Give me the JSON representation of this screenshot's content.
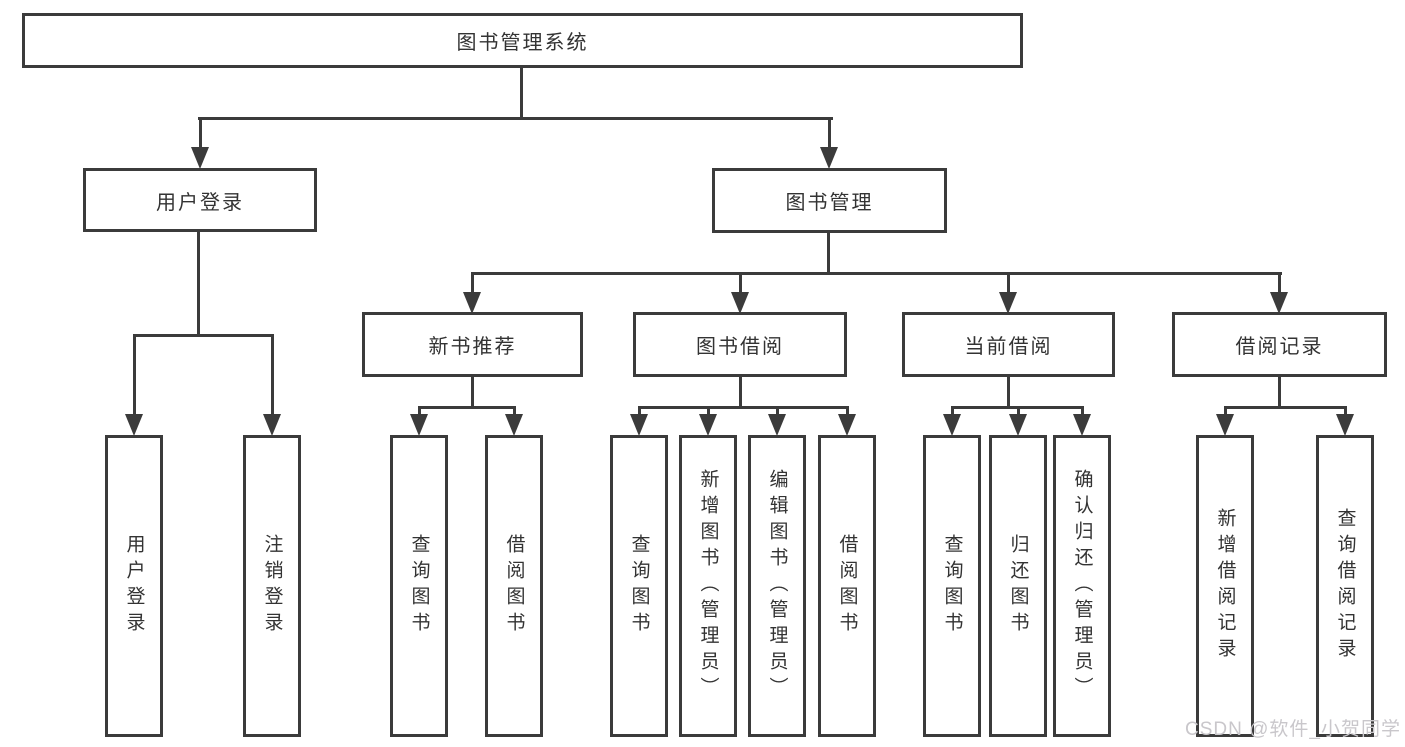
{
  "diagram": {
    "root": {
      "label": "图书管理系统"
    },
    "level2": [
      {
        "id": "user-login",
        "label": "用户登录"
      },
      {
        "id": "book-management",
        "label": "图书管理"
      }
    ],
    "level3": [
      {
        "id": "new-book-recommend",
        "label": "新书推荐"
      },
      {
        "id": "book-borrowing",
        "label": "图书借阅"
      },
      {
        "id": "current-borrowing",
        "label": "当前借阅"
      },
      {
        "id": "borrowing-records",
        "label": "借阅记录"
      }
    ],
    "leaves": [
      {
        "id": "user-login-leaf",
        "label": "用户登录"
      },
      {
        "id": "logout-leaf",
        "label": "注销登录"
      },
      {
        "id": "query-books-recommend",
        "label": "查询图书"
      },
      {
        "id": "borrow-books-recommend",
        "label": "借阅图书"
      },
      {
        "id": "query-books-borrowing",
        "label": "查询图书"
      },
      {
        "id": "add-books-admin",
        "label": "新增图书（管理员）"
      },
      {
        "id": "edit-books-admin",
        "label": "编辑图书（管理员）"
      },
      {
        "id": "borrow-books-borrowing",
        "label": "借阅图书"
      },
      {
        "id": "query-books-current",
        "label": "查询图书"
      },
      {
        "id": "return-books",
        "label": "归还图书"
      },
      {
        "id": "confirm-return-admin",
        "label": "确认归还（管理员）"
      },
      {
        "id": "add-borrow-record",
        "label": "新增借阅记录"
      },
      {
        "id": "query-borrow-record",
        "label": "查询借阅记录"
      }
    ]
  },
  "watermark": {
    "text": "CSDN @软件_小贺同学"
  },
  "colors": {
    "line": "#3b3b3b",
    "text": "#333333",
    "background": "#ffffff",
    "watermark": "#c9c7cb"
  }
}
